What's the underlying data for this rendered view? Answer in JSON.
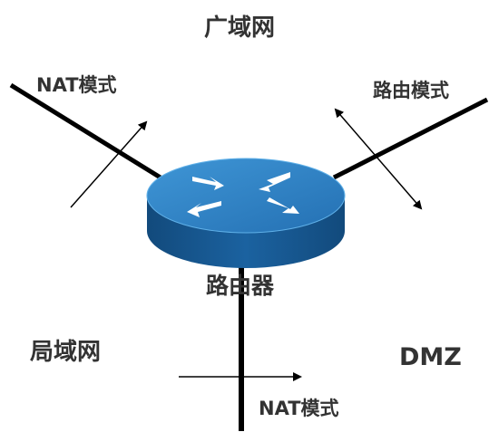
{
  "labels": {
    "wan": "广域网",
    "nat_mode_top": "NAT模式",
    "routing_mode": "路由模式",
    "router": "路由器",
    "lan": "局域网",
    "dmz": "DMZ",
    "nat_mode_bottom": "NAT模式"
  },
  "colors": {
    "router_top": "#2e84c8",
    "router_side": "#16578f",
    "arrow_white": "#ffffff",
    "line": "#000000",
    "text": "#333333"
  }
}
